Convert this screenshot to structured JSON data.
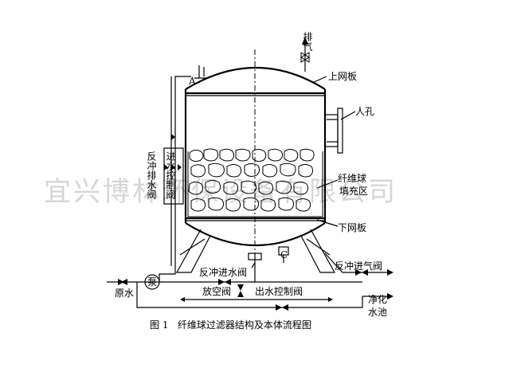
{
  "labels": {
    "vent": "排气",
    "marker_a": "A",
    "upper_plate": "上网板",
    "manhole": "人孔",
    "media_zone_1": "纤维球",
    "media_zone_2": "填充区",
    "backwash_drain_valve": "反冲排水阀",
    "inlet_control_valve": "进水控制阀",
    "lower_plate": "下网板",
    "marker_c": "C",
    "backwash_inlet_valve": "反冲进水阀",
    "backwash_air_valve": "反冲进气阀",
    "pump": "泵",
    "raw_water": "原水",
    "drain_valve": "放空阀",
    "outlet_control_valve": "出水控制阀",
    "clean_pool_1": "净化",
    "clean_pool_2": "水池"
  },
  "caption": "图 1   纤维球过滤器结构及本体流程图",
  "watermark": "宜兴博林环保设备有限公司"
}
